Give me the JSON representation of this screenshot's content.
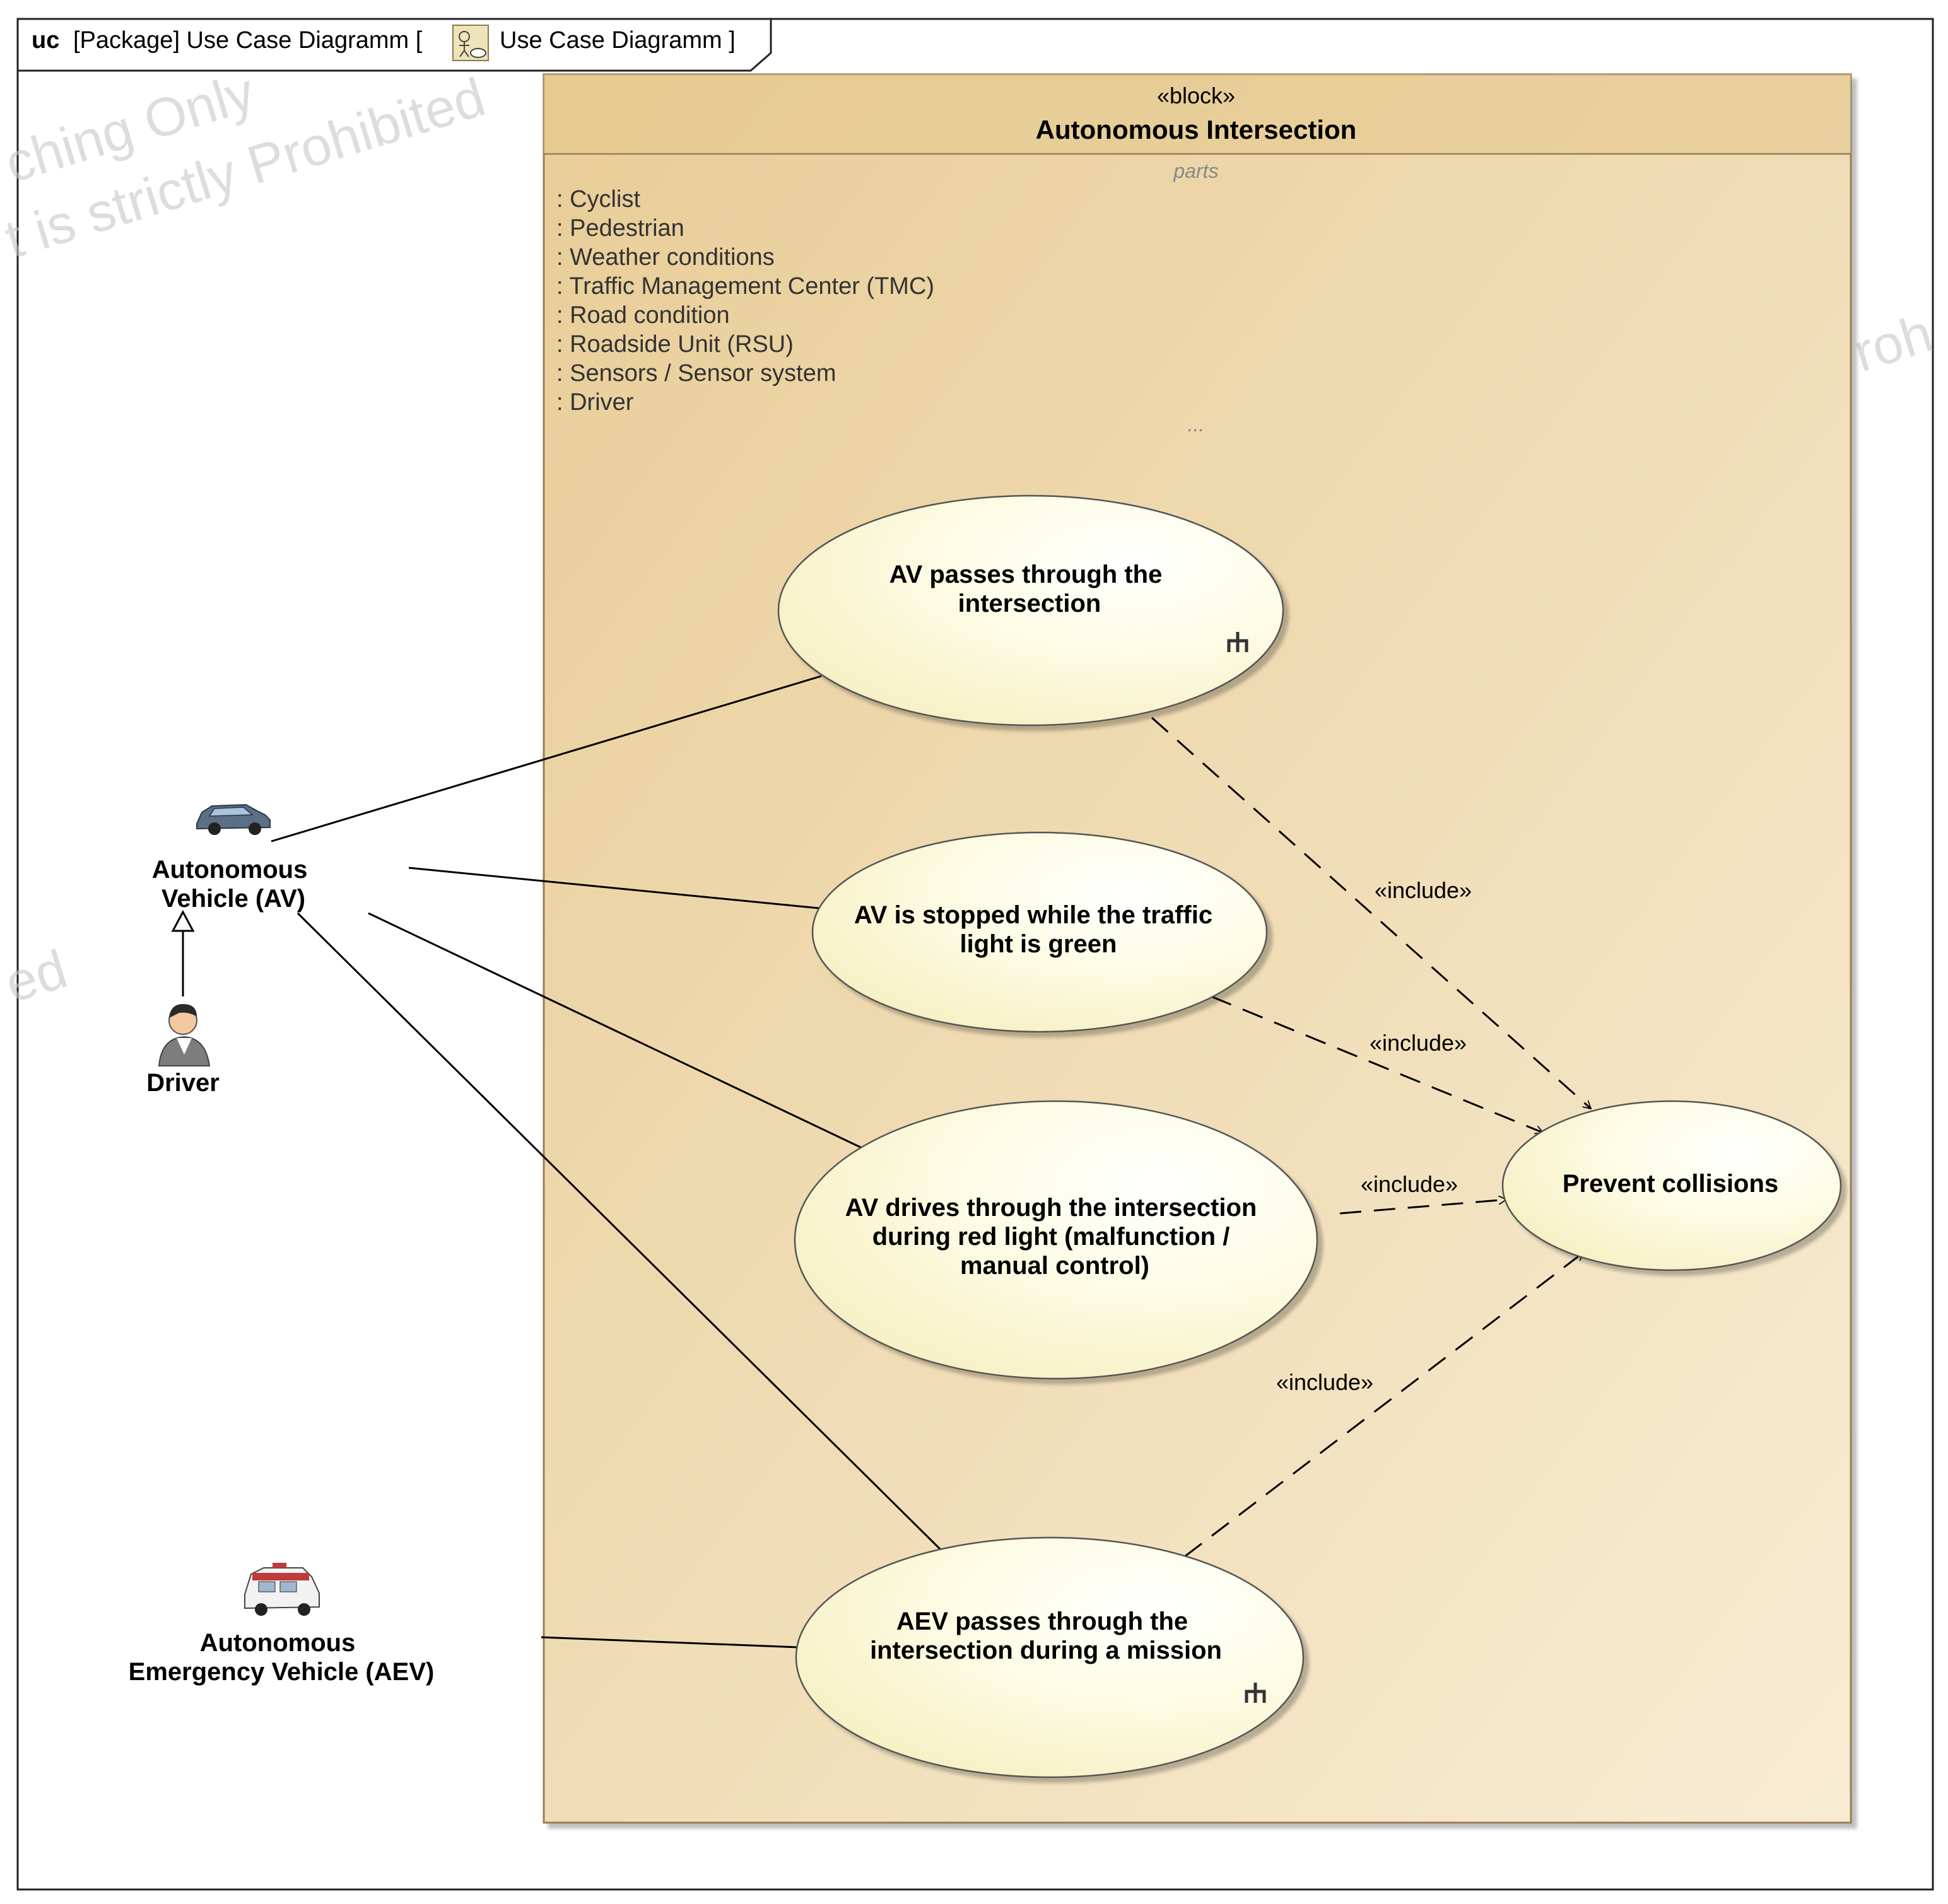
{
  "frame": {
    "kind": "uc",
    "label": "[Package] Use Case Diagramm [",
    "diagram_name": "Use Case Diagramm ]"
  },
  "watermarks": [
    "ching Only",
    "t is strictly Prohibited",
    "ed",
    "roh"
  ],
  "block": {
    "stereotype": "«block»",
    "title": "Autonomous Intersection",
    "compartment_label": "parts",
    "parts": [
      ": Cyclist",
      ": Pedestrian",
      ": Weather conditions",
      ": Traffic Management Center (TMC)",
      ": Road condition",
      ": Roadside Unit (RSU)",
      ": Sensors / Sensor system",
      ": Driver"
    ],
    "ellipsis": "..."
  },
  "actors": {
    "av": {
      "lines": [
        "Autonomous",
        "Vehicle (AV)"
      ],
      "icon": "car-icon"
    },
    "driver": {
      "lines": [
        "Driver"
      ],
      "icon": "person-icon"
    },
    "aev": {
      "lines": [
        "Autonomous",
        "Emergency Vehicle (AEV)"
      ],
      "icon": "ambulance-icon"
    }
  },
  "use_cases": {
    "uc1": {
      "lines": [
        "AV passes through the",
        "intersection"
      ],
      "has_subdiagram": true
    },
    "uc2": {
      "lines": [
        "AV is stopped while the traffic",
        "light is green"
      ],
      "has_subdiagram": false
    },
    "uc3": {
      "lines": [
        "AV drives through the intersection",
        "during red light (malfunction /",
        "manual control)"
      ],
      "has_subdiagram": false
    },
    "uc4": {
      "lines": [
        "AEV passes through the",
        "intersection during a mission"
      ],
      "has_subdiagram": true
    },
    "uc5": {
      "lines": [
        "Prevent collisions"
      ],
      "has_subdiagram": false
    }
  },
  "relationships": {
    "include_label": "«include»",
    "associations": [
      {
        "from": "Autonomous Vehicle (AV)",
        "to": "AV passes through the intersection"
      },
      {
        "from": "Autonomous Vehicle (AV)",
        "to": "AV is stopped while the traffic light is green"
      },
      {
        "from": "Autonomous Vehicle (AV)",
        "to": "AV drives through the intersection during red light (malfunction / manual control)"
      },
      {
        "from": "Autonomous Vehicle (AV)",
        "to": "AEV passes through the intersection during a mission"
      },
      {
        "from": "Autonomous Emergency Vehicle (AEV)",
        "to": "AEV passes through the intersection during a mission"
      }
    ],
    "generalizations": [
      {
        "from": "Driver",
        "to": "Autonomous Vehicle (AV)"
      }
    ],
    "includes": [
      {
        "from": "AV passes through the intersection",
        "to": "Prevent collisions"
      },
      {
        "from": "AV is stopped while the traffic light is green",
        "to": "Prevent collisions"
      },
      {
        "from": "AV drives through the intersection during red light (malfunction / manual control)",
        "to": "Prevent collisions"
      },
      {
        "from": "AEV passes through the intersection during a mission",
        "to": "Prevent collisions"
      }
    ]
  },
  "colors": {
    "block_fill_top": "#e9cf9a",
    "block_fill_bottom": "#f7ead0",
    "block_border": "#9b7d55",
    "usecase_fill": "#fdfbe0",
    "line": "#000000"
  }
}
